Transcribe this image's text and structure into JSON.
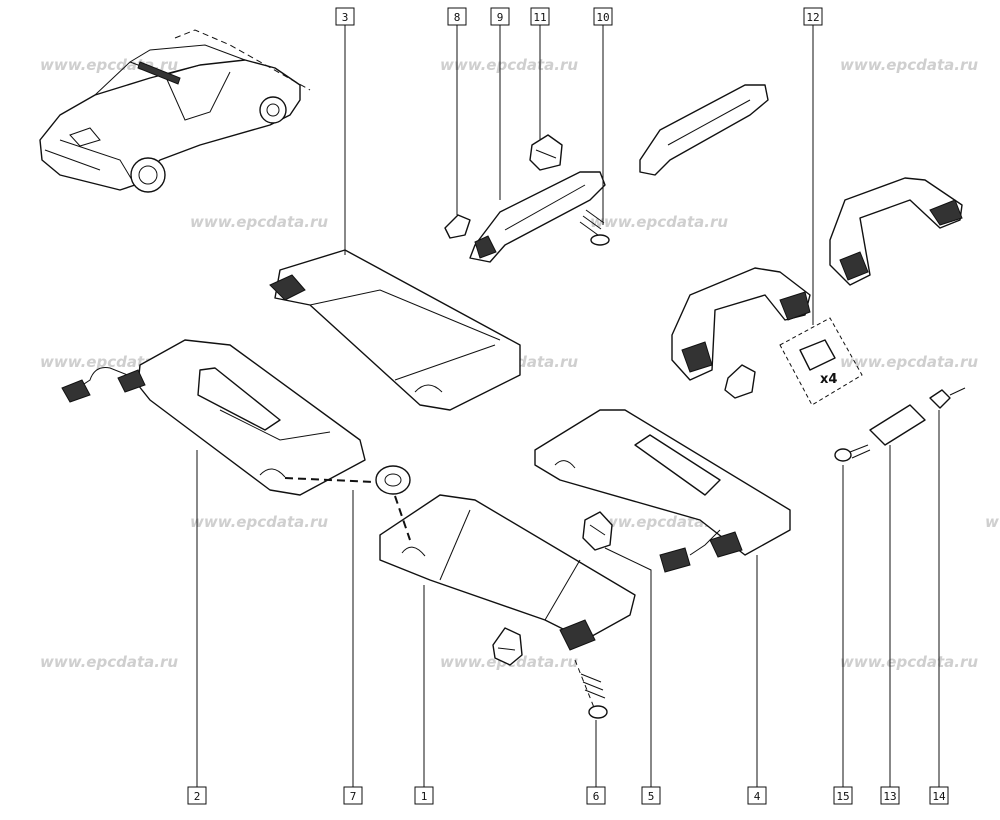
{
  "watermark": "www.epcdata.ru",
  "multiplier_label": "x4",
  "callouts": [
    {
      "id": "c1",
      "label": "1"
    },
    {
      "id": "c2",
      "label": "2"
    },
    {
      "id": "c3",
      "label": "3"
    },
    {
      "id": "c4",
      "label": "4"
    },
    {
      "id": "c5",
      "label": "5"
    },
    {
      "id": "c6",
      "label": "6"
    },
    {
      "id": "c7",
      "label": "7"
    },
    {
      "id": "c8",
      "label": "8"
    },
    {
      "id": "c9",
      "label": "9"
    },
    {
      "id": "c10",
      "label": "10"
    },
    {
      "id": "c11",
      "label": "11"
    },
    {
      "id": "c12",
      "label": "12"
    },
    {
      "id": "c13",
      "label": "13"
    },
    {
      "id": "c14",
      "label": "14"
    },
    {
      "id": "c15",
      "label": "15"
    }
  ],
  "colors": {
    "line": "#111111",
    "watermark": "#cfcfcf",
    "background": "#ffffff"
  }
}
